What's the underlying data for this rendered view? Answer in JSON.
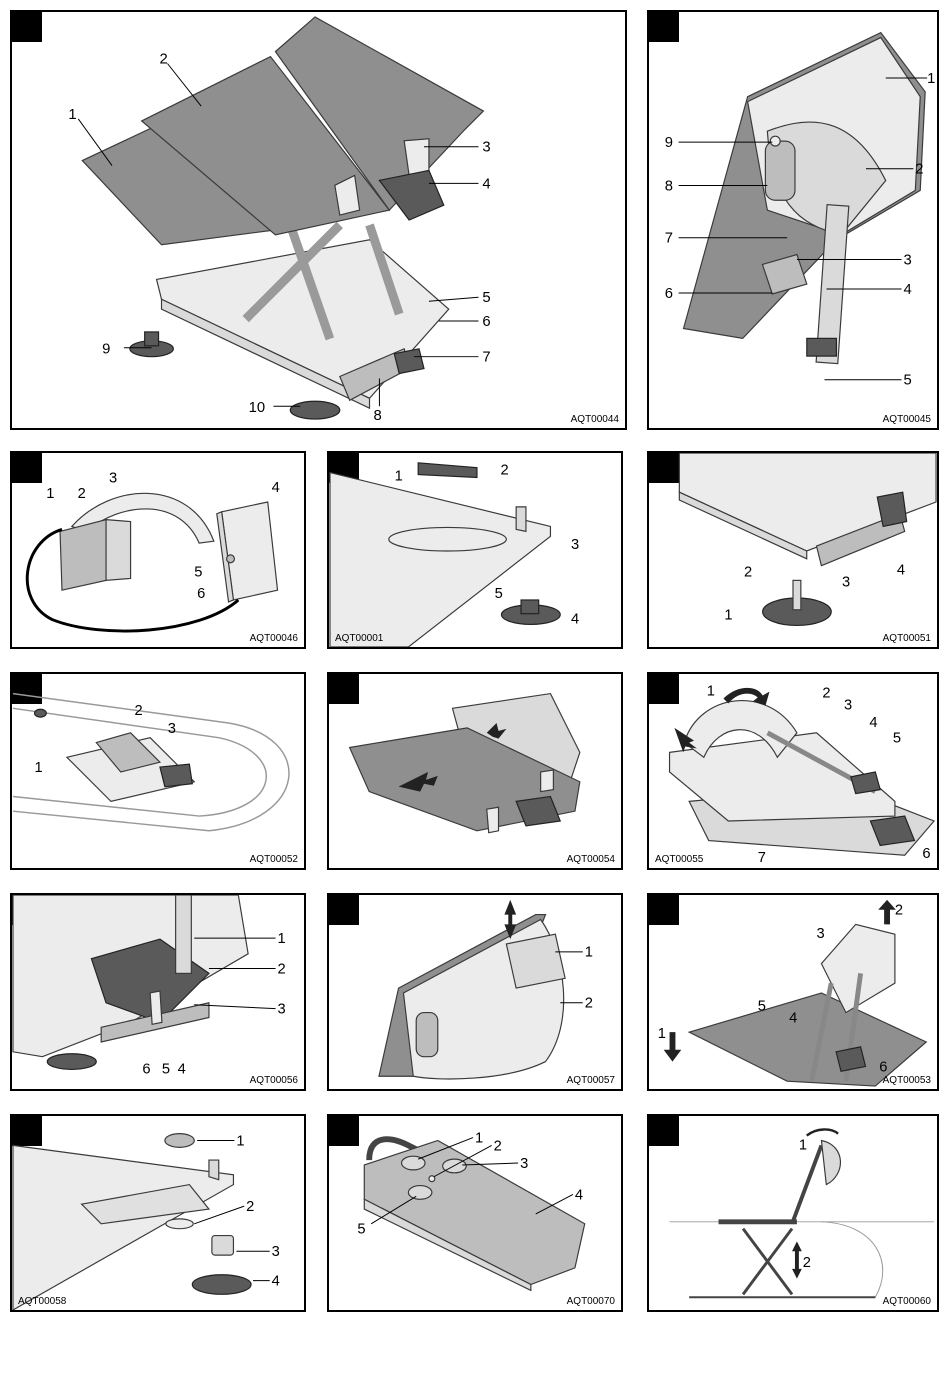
{
  "panels": [
    {
      "code": "AQT00044",
      "callouts": [
        "1",
        "2",
        "3",
        "4",
        "5",
        "6",
        "7",
        "8",
        "9",
        "10"
      ]
    },
    {
      "code": "AQT00045",
      "callouts": [
        "1",
        "2",
        "3",
        "4",
        "5",
        "6",
        "7",
        "8",
        "9"
      ]
    },
    {
      "code": "AQT00046",
      "callouts": [
        "1",
        "2",
        "3",
        "4",
        "5",
        "6"
      ]
    },
    {
      "code": "AQT00001",
      "callouts": [
        "1",
        "2",
        "3",
        "4",
        "5"
      ]
    },
    {
      "code": "AQT00051",
      "callouts": [
        "1",
        "2",
        "3",
        "4"
      ]
    },
    {
      "code": "AQT00052",
      "callouts": [
        "1",
        "2",
        "3"
      ]
    },
    {
      "code": "AQT00054",
      "callouts": []
    },
    {
      "code": "AQT00055",
      "callouts": [
        "1",
        "2",
        "3",
        "4",
        "5",
        "6",
        "7"
      ]
    },
    {
      "code": "AQT00056",
      "callouts": [
        "1",
        "2",
        "3",
        "4",
        "5",
        "6"
      ]
    },
    {
      "code": "AQT00057",
      "callouts": [
        "1",
        "2"
      ]
    },
    {
      "code": "AQT00053",
      "callouts": [
        "1",
        "2",
        "3",
        "4",
        "5",
        "6"
      ]
    },
    {
      "code": "AQT00058",
      "callouts": [
        "1",
        "2",
        "3",
        "4"
      ]
    },
    {
      "code": "AQT00070",
      "callouts": [
        "1",
        "2",
        "3",
        "4",
        "5"
      ]
    },
    {
      "code": "AQT00060",
      "callouts": [
        "1",
        "2"
      ]
    }
  ]
}
